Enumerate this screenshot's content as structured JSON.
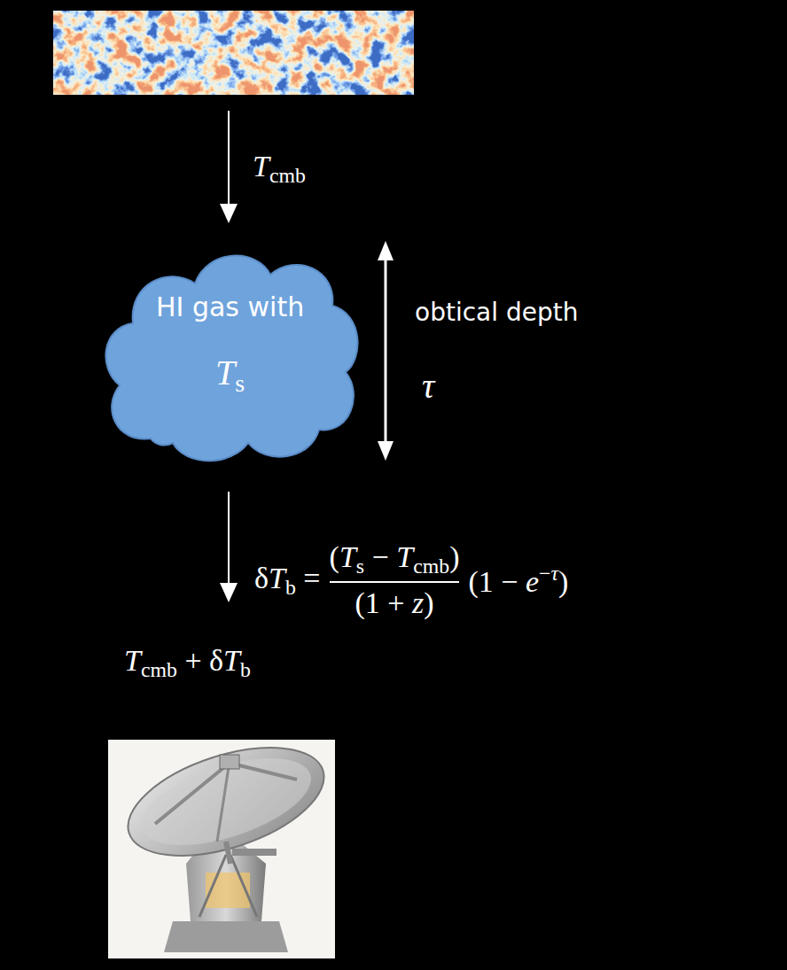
{
  "diagram": {
    "nodes": [
      {
        "text": [
          "HI gas with",
          "Ts"
        ]
      }
    ],
    "labels": [
      "Tcmb",
      "obtical depth",
      "τ",
      "δTb =",
      "(Ts − Tcmb)",
      "(1 + z)",
      "(1 − e−τ)",
      "Tcmb + δTb"
    ]
  }
}
